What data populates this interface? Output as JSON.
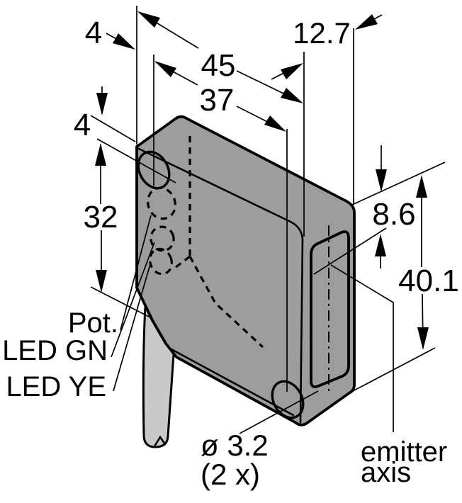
{
  "drawing": {
    "type": "sensor-dimension-drawing",
    "colors": {
      "body": "#9d9d9d",
      "cable": "#c9c9c9",
      "line": "#000000",
      "background": "#ffffff"
    },
    "dims": {
      "top_edge_offset": "4",
      "overall_width": "45",
      "hole_spacing": "37",
      "depth": "12.7",
      "side_offset": "4",
      "hole_to_corner": "32",
      "emitter_offset": "8.6",
      "overall_height": "40.1",
      "hole_diameter": "ø 3.2",
      "hole_count": "(2 x)"
    },
    "labels": {
      "pot": "Pot.",
      "led_green": "LED GN",
      "led_yellow": "LED YE",
      "emitter_axis_line1": "emitter",
      "emitter_axis_line2": "axis"
    }
  }
}
